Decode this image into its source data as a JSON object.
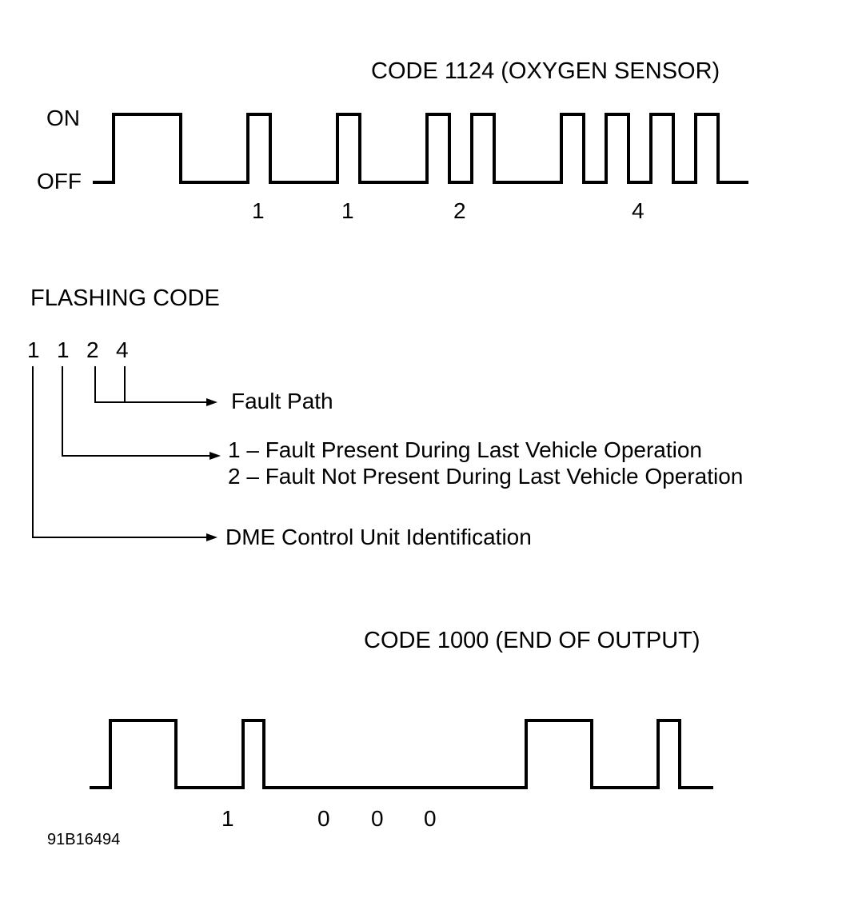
{
  "code1124": {
    "title": "CODE 1124 (OXYGEN SENSOR)",
    "on_label": "ON",
    "off_label": "OFF",
    "digits": [
      "1",
      "1",
      "2",
      "4"
    ]
  },
  "flashing": {
    "heading": "FLASHING CODE",
    "digits": [
      "1",
      "1",
      "2",
      "4"
    ],
    "fault_path": "Fault Path",
    "fault_present": "1 – Fault Present During Last Vehicle Operation",
    "fault_not_present": "2 – Fault Not Present During Last Vehicle Operation",
    "dme_id": "DME Control Unit Identification"
  },
  "code1000": {
    "title": "CODE 1000 (END OF OUTPUT)",
    "digits": [
      "1",
      "0",
      "0",
      "0"
    ]
  },
  "figure_ref": "91B16494"
}
